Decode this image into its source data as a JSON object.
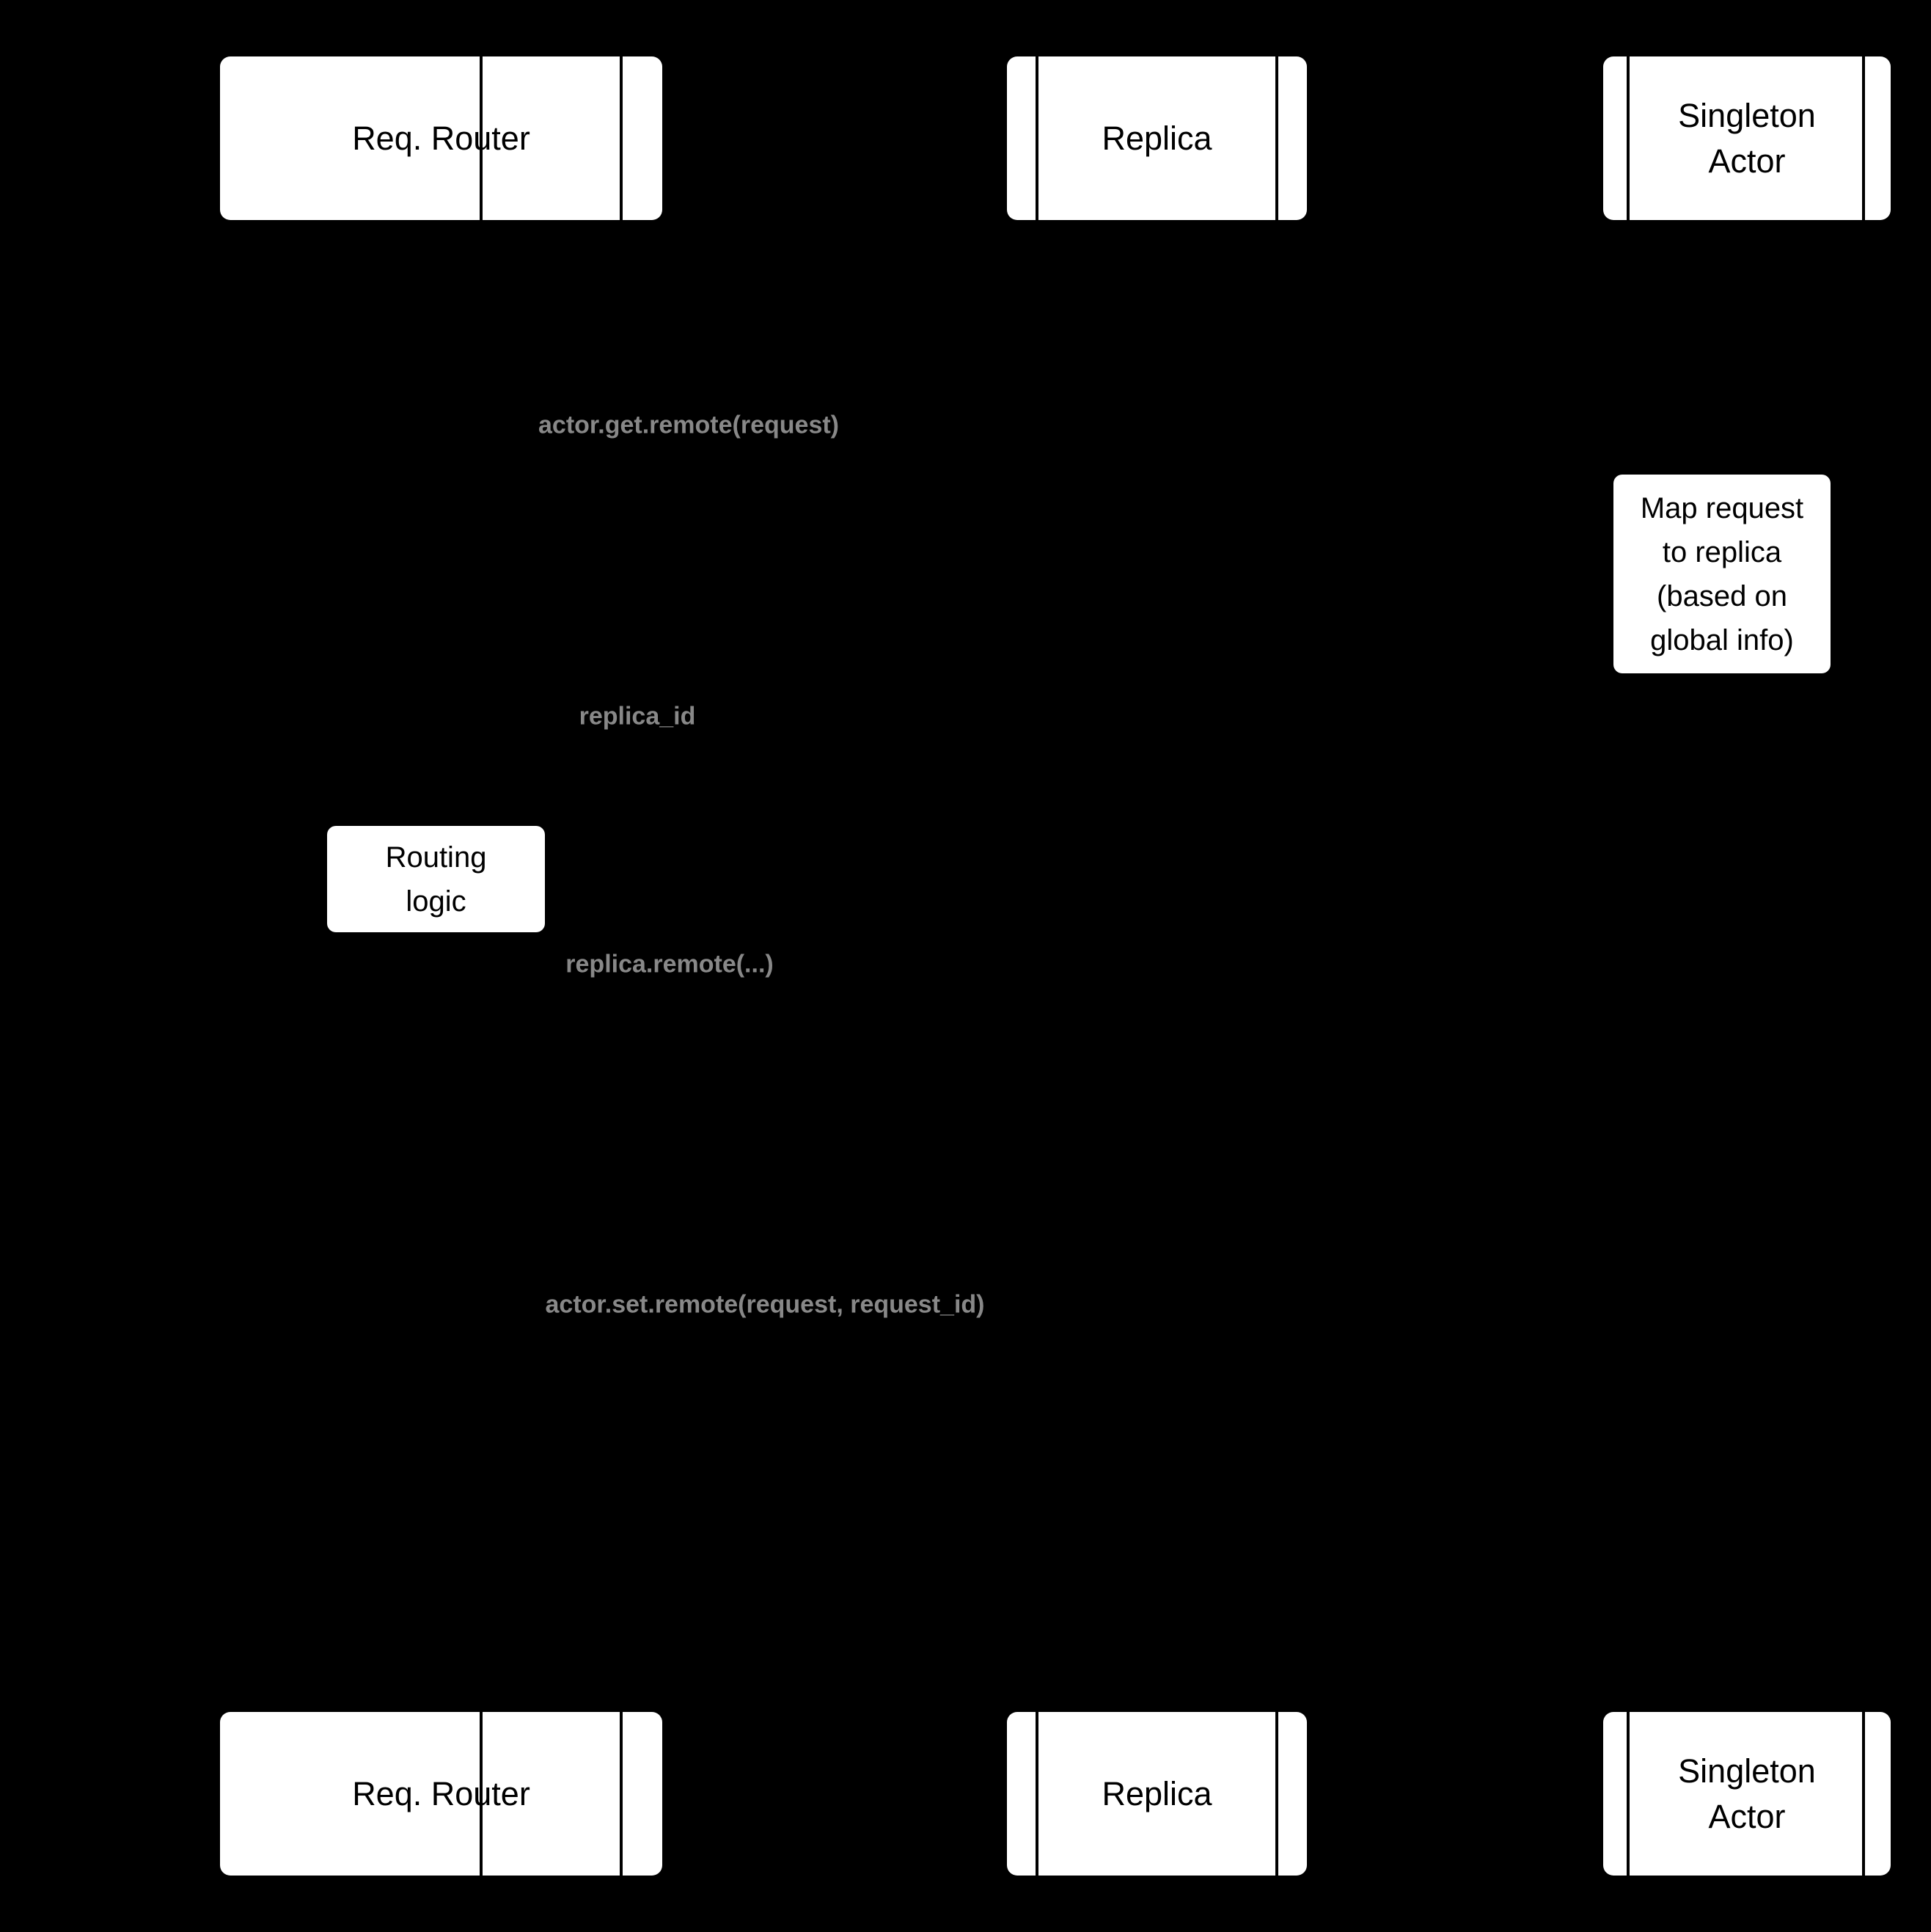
{
  "diagram": {
    "type": "sequence-diagram",
    "background_color": "#000000",
    "colors": {
      "participant_fill": "#ffffff",
      "participant_text": "#000000",
      "participant_inner_line": "#000000",
      "message_text": "#888888",
      "note_fill": "#ffffff",
      "note_text": "#000000"
    },
    "participants": [
      {
        "id": "req-router",
        "label": "Req. Router"
      },
      {
        "id": "replica",
        "label": "Replica"
      },
      {
        "id": "singleton-actor",
        "label": "Singleton\nActor"
      }
    ],
    "messages": [
      {
        "label": "actor.get.remote(request)"
      },
      {
        "label": "replica_id"
      },
      {
        "label": "replica.remote(...)"
      },
      {
        "label": "actor.set.remote(request, request_id)"
      }
    ],
    "notes": [
      {
        "id": "map-request",
        "text": "Map request\nto replica\n(based on\nglobal info)"
      },
      {
        "id": "routing-logic",
        "text": "Routing\nlogic"
      }
    ]
  }
}
